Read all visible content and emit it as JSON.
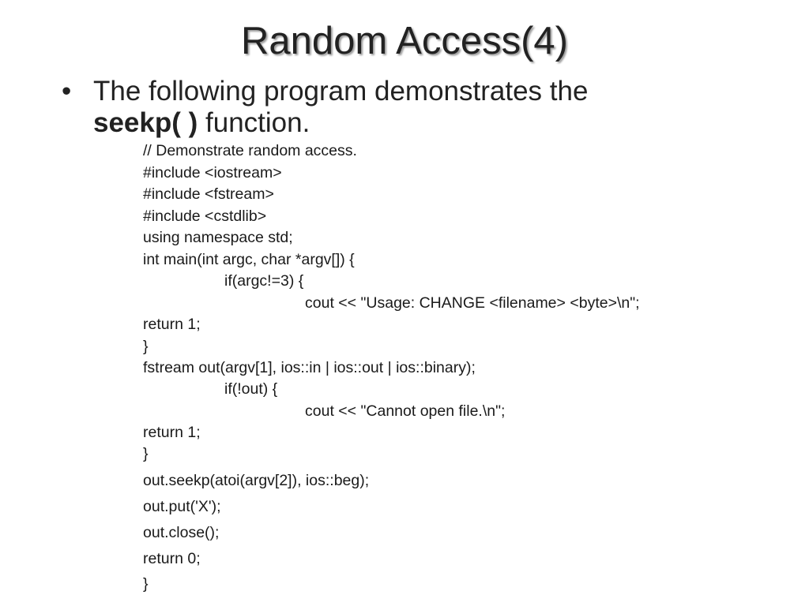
{
  "slide": {
    "title": "Random Access(4)",
    "bullet": {
      "marker": "•",
      "text_before": "The following program demonstrates the",
      "bold_text": "seekp( )",
      "text_after": " function."
    },
    "code_lines": [
      "// Demonstrate random access.",
      "#include <iostream>",
      "#include <fstream>",
      "#include <cstdlib>",
      "using namespace std;",
      "int main(int argc, char *argv[]) {",
      "if(argc!=3) {",
      "cout << \"Usage: CHANGE <filename> <byte>\\n\";",
      "return 1;",
      "}",
      "fstream out(argv[1], ios::in | ios::out | ios::binary);",
      "if(!out) {",
      "cout << \"Cannot open file.\\n\";",
      "return 1;",
      "}",
      "out.seekp(atoi(argv[2]), ios::beg);",
      "out.put('X');",
      "out.close();",
      "return 0;",
      "}"
    ]
  }
}
